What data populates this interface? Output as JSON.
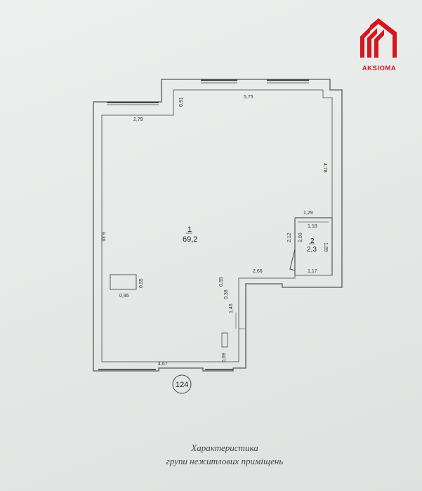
{
  "brand": {
    "name": "AKSIOMA",
    "color": "#d4161d"
  },
  "plan_number": "124",
  "rooms": [
    {
      "id": "1",
      "area": "69,2"
    },
    {
      "id": "2",
      "area": "2,3"
    }
  ],
  "dimensions": {
    "d279": "2,79",
    "d091": "0,91",
    "d575": "5,75",
    "d478": "4,78",
    "d129": "1,29",
    "d118": "1,18",
    "d212": "2,12",
    "d200": "2,00",
    "d189": "1,89",
    "d117": "1,17",
    "d266": "2,66",
    "d055a": "0,55",
    "d036": "0,36",
    "d146": "1,46",
    "d069": "0,69",
    "d467": "4,67",
    "d936": "9,36",
    "d095": "0,95",
    "d055b": "0,55"
  },
  "caption": {
    "line1": "Характеристика",
    "line2": "групи нежитлових приміщень"
  }
}
